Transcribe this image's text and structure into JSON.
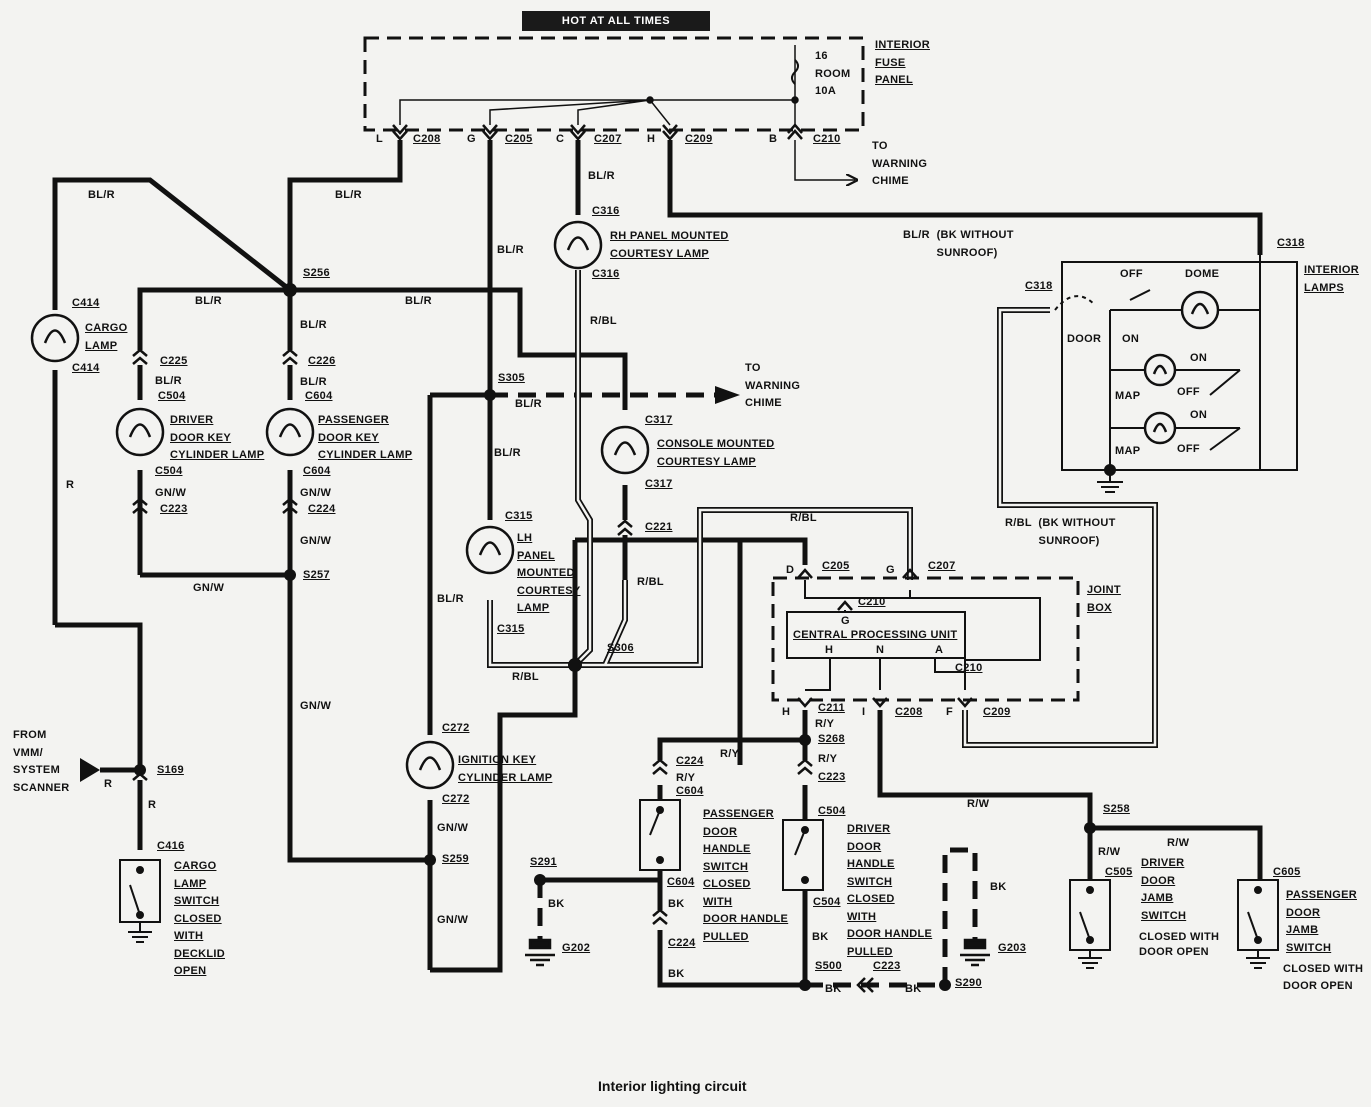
{
  "banner": "HOT AT ALL TIMES",
  "caption": "Interior lighting circuit",
  "labels": {
    "fuse_panel": "INTERIOR\nFUSE\nPANEL",
    "fuse": "16\nROOM\n10A",
    "to_warning_chime_top": "TO\nWARNING\nCHIME",
    "to_warning_chime_mid": "TO\nWARNING\nCHIME",
    "pin_L": "L",
    "pin_G": "G",
    "pin_C": "C",
    "pin_H": "H",
    "pin_B": "B",
    "c208_top": "C208",
    "c205_top": "C205",
    "c207_top": "C207",
    "c209_top": "C209",
    "c210_top": "C210",
    "blr_1": "BL/R",
    "blr_2": "BL/R",
    "blr_3": "BL/R",
    "blr_4": "BL/R",
    "blr_5": "BL/R",
    "blr_6": "BL/R",
    "blr_7": "BL/R",
    "blr_8": "BL/R",
    "blr_9": "BL/R",
    "blr_10": "BL/R",
    "blr_11": "BL/R",
    "blr_12": "BL/R",
    "blr_bk": "BL/R  (BK WITHOUT\n          SUNROOF)",
    "c316a": "C316",
    "c316b": "C316",
    "rh_lamp": "RH PANEL MOUNTED\nCOURTESY LAMP",
    "c318a": "C318",
    "c318b": "C318",
    "interior_lamps": "INTERIOR\nLAMPS",
    "off": "OFF",
    "dome": "DOME",
    "door": "DOOR",
    "on": "ON",
    "on2": "ON",
    "off2": "OFF",
    "on3": "ON",
    "off3": "OFF",
    "map1": "MAP",
    "map2": "MAP",
    "s256": "S256",
    "s305": "S305",
    "rbl_1": "R/BL",
    "rbl_2": "R/BL",
    "rbl_3": "R/BL",
    "rbl_4": "R/BL",
    "rbl_bk": "R/BL  (BK WITHOUT\n          SUNROOF)",
    "c414a": "C414",
    "c414b": "C414",
    "cargo_lamp": "CARGO\nLAMP",
    "c225": "C225",
    "c226": "C226",
    "c504a": "C504",
    "c604a": "C604",
    "driver_key": "DRIVER\nDOOR KEY\nCYLINDER LAMP",
    "pass_key": "PASSENGER\nDOOR KEY\nCYLINDER LAMP",
    "c504b": "C504",
    "c604b": "C604",
    "gnw_1": "GN/W",
    "gnw_2": "GN/W",
    "gnw_3": "GN/W",
    "gnw_4": "GN/W",
    "gnw_5": "GN/W",
    "gnw_6": "GN/W",
    "gnw_7": "GN/W",
    "c223a": "C223",
    "c224a": "C224",
    "s257": "S257",
    "c317a": "C317",
    "c317b": "C317",
    "console_lamp": "CONSOLE MOUNTED\nCOURTESY LAMP",
    "c221": "C221",
    "c315a": "C315",
    "c315b": "C315",
    "lh_lamp": "LH\nPANEL\nMOUNTED\nCOURTESY\nLAMP",
    "s306": "S306",
    "r_1": "R",
    "r_2": "R",
    "r_3": "R",
    "from_vmm": "FROM\nVMM/\nSYSTEM\nSCANNER",
    "s169": "S169",
    "c416": "C416",
    "cargo_switch": "CARGO\nLAMP\nSWITCH\nCLOSED\nWITH\nDECKLID\nOPEN",
    "c272a": "C272",
    "c272b": "C272",
    "ign_lamp": "IGNITION KEY\nCYLINDER LAMP",
    "s259": "S259",
    "pin_D": "D",
    "c205b": "C205",
    "pin_G2": "G",
    "c207b": "C207",
    "joint_box": "JOINT\nBOX",
    "c210b": "C210",
    "pin_G3": "G",
    "cpu": "CENTRAL PROCESSING UNIT",
    "pin_H2": "H",
    "pin_N": "N",
    "pin_A": "A",
    "c210c": "C210",
    "pin_H3": "H",
    "c211": "C211",
    "pin_I": "I",
    "c208b": "C208",
    "pin_F": "F",
    "c209b": "C209",
    "ry_1": "R/Y",
    "ry_2": "R/Y",
    "ry_3": "R/Y",
    "ry_4": "R/Y",
    "s268": "S268",
    "c224b": "C224",
    "c604c": "C604",
    "c223b": "C223",
    "c504c": "C504",
    "pass_handle": "PASSENGER\nDOOR\nHANDLE\nSWITCH\nCLOSED\nWITH\nDOOR HANDLE\nPULLED",
    "driver_handle": "DRIVER\nDOOR\nHANDLE\nSWITCH\nCLOSED\nWITH\nDOOR HANDLE\nPULLED",
    "c604d": "C604",
    "c504d": "C504",
    "bk_1": "BK",
    "bk_2": "BK",
    "bk_3": "BK",
    "bk_4": "BK",
    "bk_5": "BK",
    "bk_6": "BK",
    "bk_7": "BK",
    "c224c": "C224",
    "s291": "S291",
    "g202": "G202",
    "s500": "S500",
    "c223c": "C223",
    "s290": "S290",
    "g203": "G203",
    "rw_1": "R/W",
    "rw_2": "R/W",
    "rw_3": "R/W",
    "s258": "S258",
    "c505": "C505",
    "c605": "C605",
    "driver_jamb": "DRIVER\nDOOR\nJAMB\nSWITCH",
    "driver_jamb_note": "CLOSED WITH\nDOOR OPEN",
    "pass_jamb": "PASSENGER\nDOOR\nJAMB\nSWITCH",
    "pass_jamb_note": "CLOSED WITH\nDOOR OPEN"
  }
}
